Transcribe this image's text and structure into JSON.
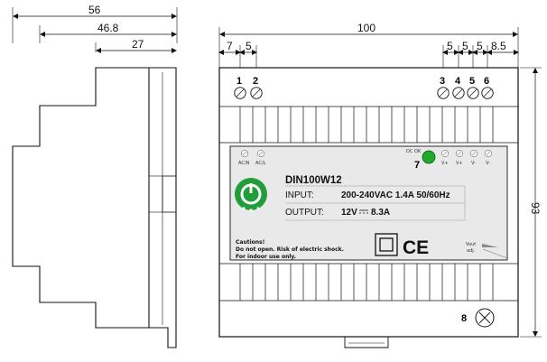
{
  "dimensions": {
    "side_total_width": "56",
    "side_mid_width": "46.8",
    "side_inner_width": "27",
    "front_width": "100",
    "front_left_offset": "7",
    "front_left_pitch": "5",
    "front_right_pitch_a": "5",
    "front_right_pitch_b": "5",
    "front_right_pitch_c": "5",
    "front_right_offset": "8.5",
    "front_height": "93"
  },
  "terminal_numbers": [
    "1",
    "2",
    "3",
    "4",
    "5",
    "6"
  ],
  "terminal_labels": [
    "AC/N",
    "AC/L",
    "V+",
    "V+",
    "V-",
    "V-"
  ],
  "led": {
    "number": "7",
    "label": "DC OK",
    "color": "#1faa2a"
  },
  "adjust": {
    "number": "8",
    "label_line1": "Vout",
    "label_line2": "adj."
  },
  "label": {
    "model": "DIN100W12",
    "input_label": "INPUT:",
    "input_value": "200-240VAC  1.4A  50/60Hz",
    "output_label": "OUTPUT:",
    "output_value": "12V",
    "output_current": "8.3A",
    "caution_1": "Cautions!",
    "caution_2": "Do not open. Risk of electric shock.",
    "caution_3": "For indoor use only.",
    "ce_mark": "CE",
    "logo_color": "#1f9e3a",
    "panel_color": "#e9e9e9"
  }
}
